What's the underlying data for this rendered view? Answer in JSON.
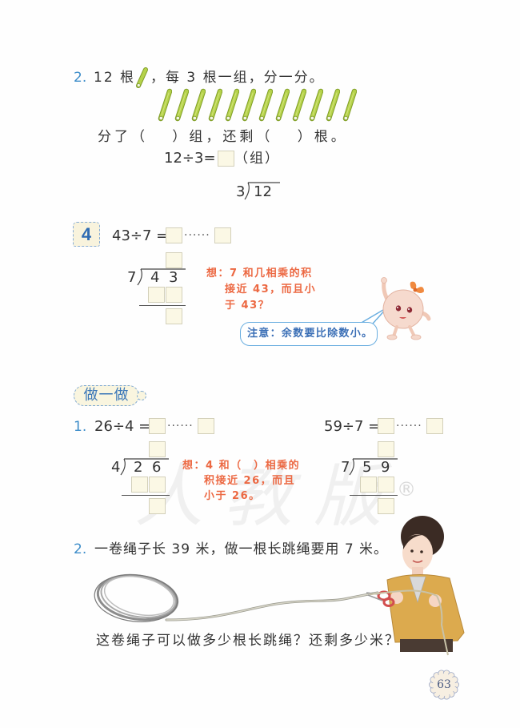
{
  "page_number": "63",
  "watermark": {
    "text": "人教版",
    "registered": "®"
  },
  "colors": {
    "item_number": "#3d8dc9",
    "answer_box_fill": "#fbf8e5",
    "answer_box_border": "#d3d0ba",
    "hint_text": "#ec6842",
    "bubble_border": "#6aaee0",
    "bubble_text": "#3b6fb6",
    "stick_green": "#b5d24a"
  },
  "problem2_top": {
    "number": "2.",
    "text_before_icon": "12 根",
    "icon": "stick-icon",
    "text_after_icon": "，每 3 根一组，分一分。",
    "stick_count": 12,
    "question": "分了（　 ）组，还剩（　 ）根。",
    "equation": {
      "left": "12÷3=",
      "unit": "（组）"
    },
    "long_division": {
      "divisor": "3",
      "dividend": "12"
    }
  },
  "example4": {
    "badge": "4",
    "equation": {
      "left": "43÷7 =",
      "dots": "······"
    },
    "long_division": {
      "divisor": "7",
      "dividend": [
        "4",
        "3"
      ]
    },
    "hint": {
      "lines": [
        "想：7 和几相乘的积",
        "接近 43，而且小",
        "于 43？"
      ]
    },
    "bubble": "注意：余数要比除数小。"
  },
  "practice": {
    "badge": "做一做",
    "item1": {
      "number": "1.",
      "left": {
        "equation": "26÷4 =",
        "dots": "······",
        "long_division": {
          "divisor": "4",
          "dividend": [
            "2",
            "6"
          ]
        },
        "hint": {
          "lines": [
            "想：4 和（　）相乘的",
            "积接近 26，而且",
            "小于 26。"
          ]
        }
      },
      "right": {
        "equation": "59÷7 =",
        "dots": "······",
        "long_division": {
          "divisor": "7",
          "dividend": [
            "5",
            "9"
          ]
        }
      }
    },
    "item2": {
      "number": "2.",
      "text": "一卷绳子长 39 米，做一根长跳绳要用 7 米。",
      "question": "这卷绳子可以做多少根长跳绳？还剩多少米？"
    }
  }
}
